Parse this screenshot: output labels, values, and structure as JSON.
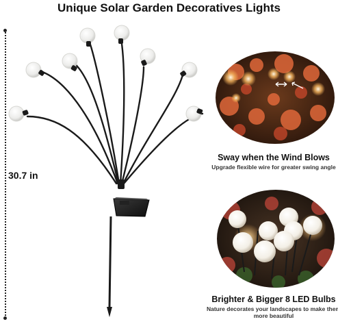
{
  "title": "Unique Solar Garden Decoratives Lights",
  "dimension": {
    "label": "30.7 in"
  },
  "features": [
    {
      "heading": "Sway when the Wind Blows",
      "subtext": "Upgrade flexible wire for greater swing angle"
    },
    {
      "heading": "Brighter & Bigger 8 LED Bulbs",
      "subtext": "Nature decorates your landscapes to make them more beautiful"
    }
  ],
  "colors": {
    "accent_warm": "#f3b15a",
    "bulb": "#f4f4f2",
    "stem": "#1a1a1a"
  }
}
